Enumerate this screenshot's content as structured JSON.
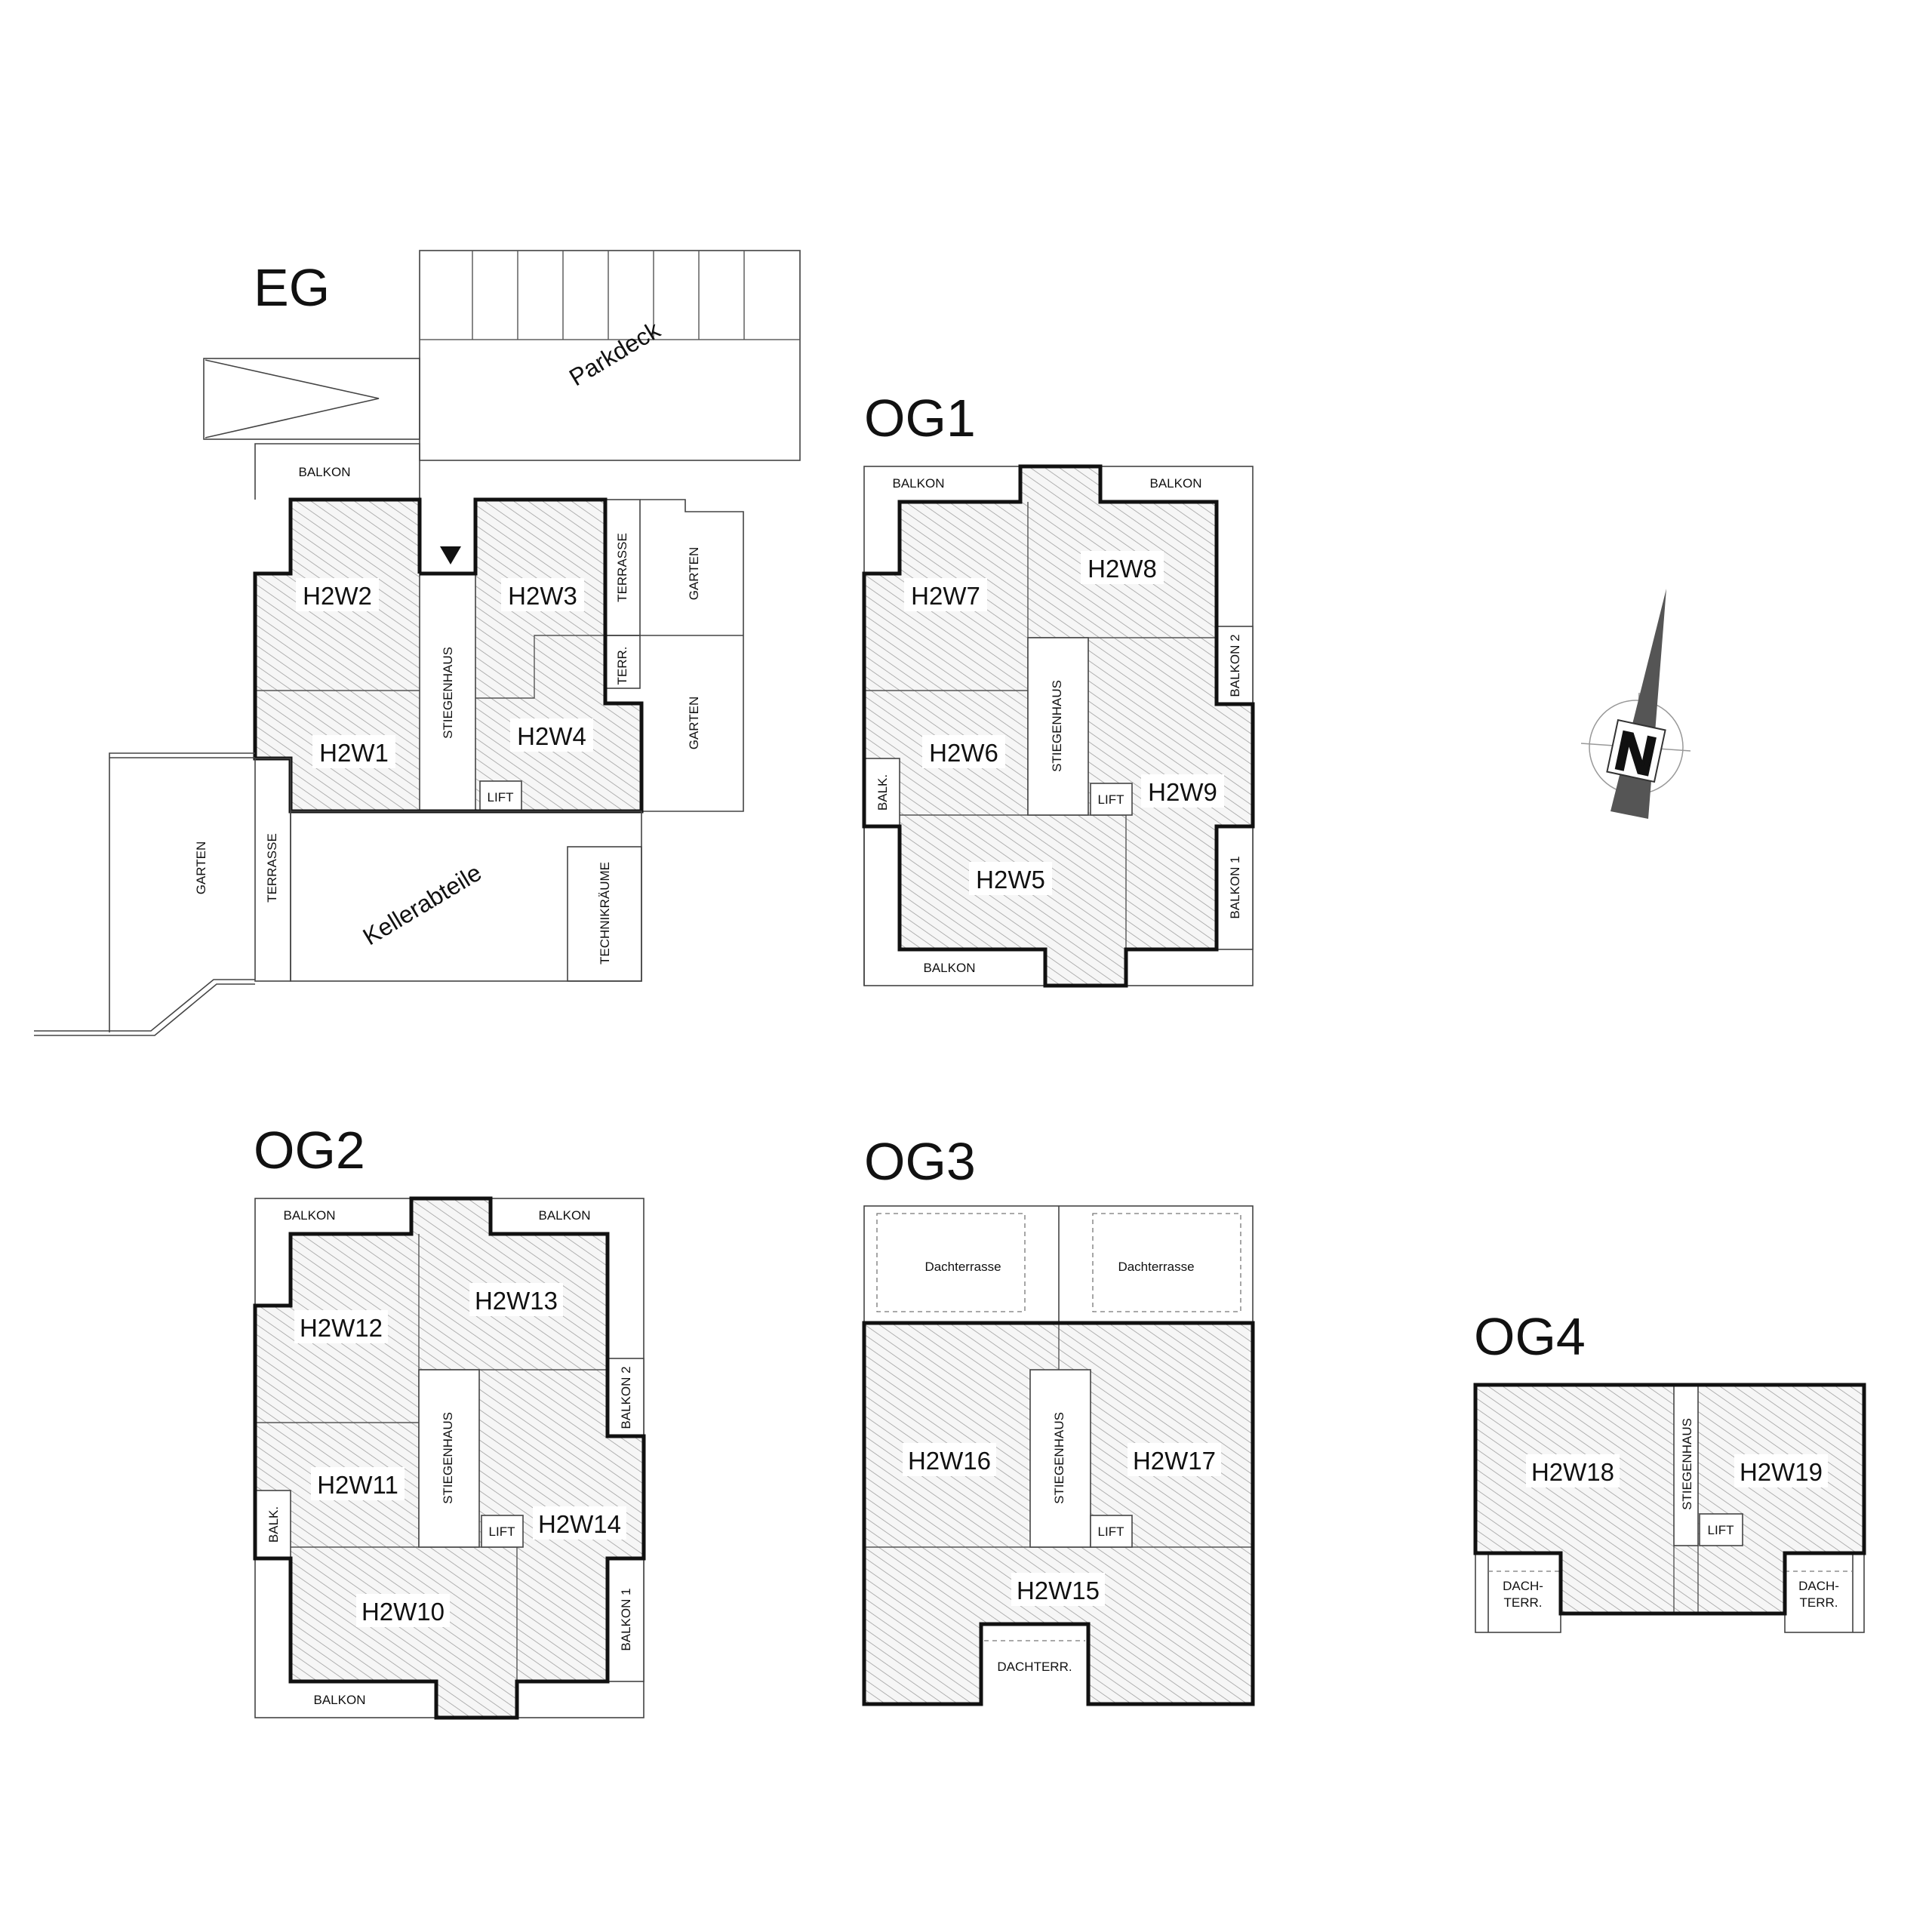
{
  "floors": {
    "eg": {
      "title": "EG",
      "units": [
        "H2W1",
        "H2W2",
        "H2W3",
        "H2W4"
      ]
    },
    "og1": {
      "title": "OG1",
      "units": [
        "H2W5",
        "H2W6",
        "H2W7",
        "H2W8",
        "H2W9"
      ]
    },
    "og2": {
      "title": "OG2",
      "units": [
        "H2W10",
        "H2W11",
        "H2W12",
        "H2W13",
        "H2W14"
      ]
    },
    "og3": {
      "title": "OG3",
      "units": [
        "H2W15",
        "H2W16",
        "H2W17"
      ]
    },
    "og4": {
      "title": "OG4",
      "units": [
        "H2W18",
        "H2W19"
      ]
    }
  },
  "labels": {
    "balkon": "BALKON",
    "balkon1": "BALKON 1",
    "balkon2": "BALKON 2",
    "balk": "BALK.",
    "terrasse": "TERRASSE",
    "terr": "TERR.",
    "garten": "GARTEN",
    "stiegenhaus": "STIEGENHAUS",
    "lift": "LIFT",
    "parkdeck": "Parkdeck",
    "kellerabteile": "Kellerabteile",
    "technikraeume": "TECHNIKRÄUME",
    "dachterrasse": "Dachterrasse",
    "dachterr": "DACHTERR.",
    "dach_line1": "DACH-",
    "dach_line2": "TERR."
  },
  "compass": {
    "letter": "N",
    "icon": "north-arrow-icon"
  }
}
